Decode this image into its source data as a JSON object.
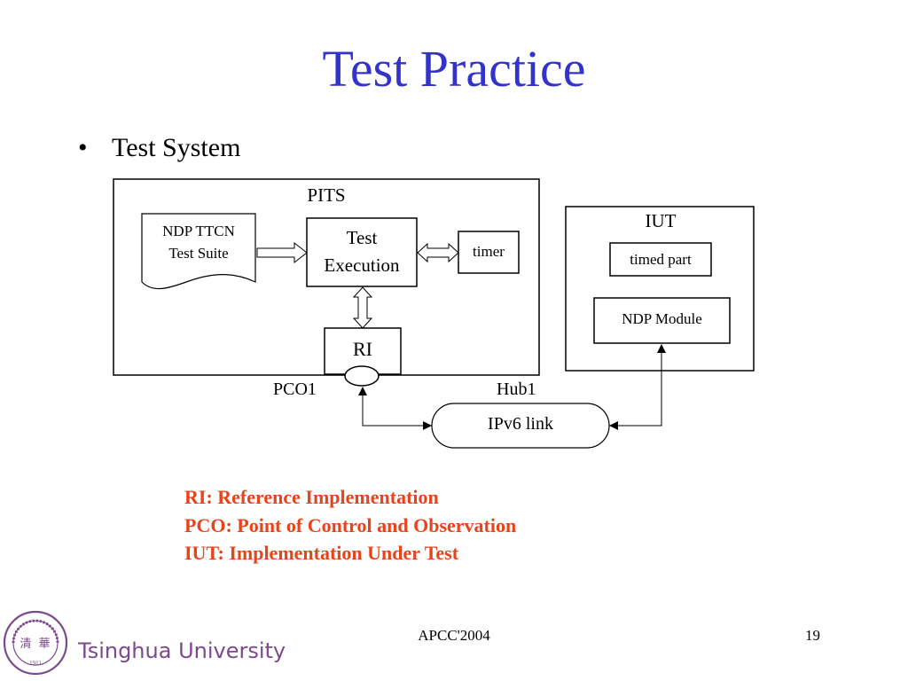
{
  "slide": {
    "title": "Test Practice",
    "bullet": "Test System",
    "footer": "APCC'2004",
    "page_number": "19",
    "university": "Tsinghua University",
    "seal_text": "1911",
    "seal_char_1": "清",
    "seal_char_2": "華"
  },
  "diagram": {
    "pits_label": "PITS",
    "suite_line1": "NDP TTCN",
    "suite_line2": "Test Suite",
    "exec_line1": "Test",
    "exec_line2": "Execution",
    "timer": "timer",
    "ri": "RI",
    "pco": "PCO1",
    "hub": "Hub1",
    "link": "IPv6 link",
    "iut_label": "IUT",
    "timed_part": "timed part",
    "ndp_module": "NDP Module"
  },
  "legend": [
    "RI: Reference Implementation",
    "PCO: Point of Control and Observation",
    "IUT: Implementation Under Test"
  ]
}
